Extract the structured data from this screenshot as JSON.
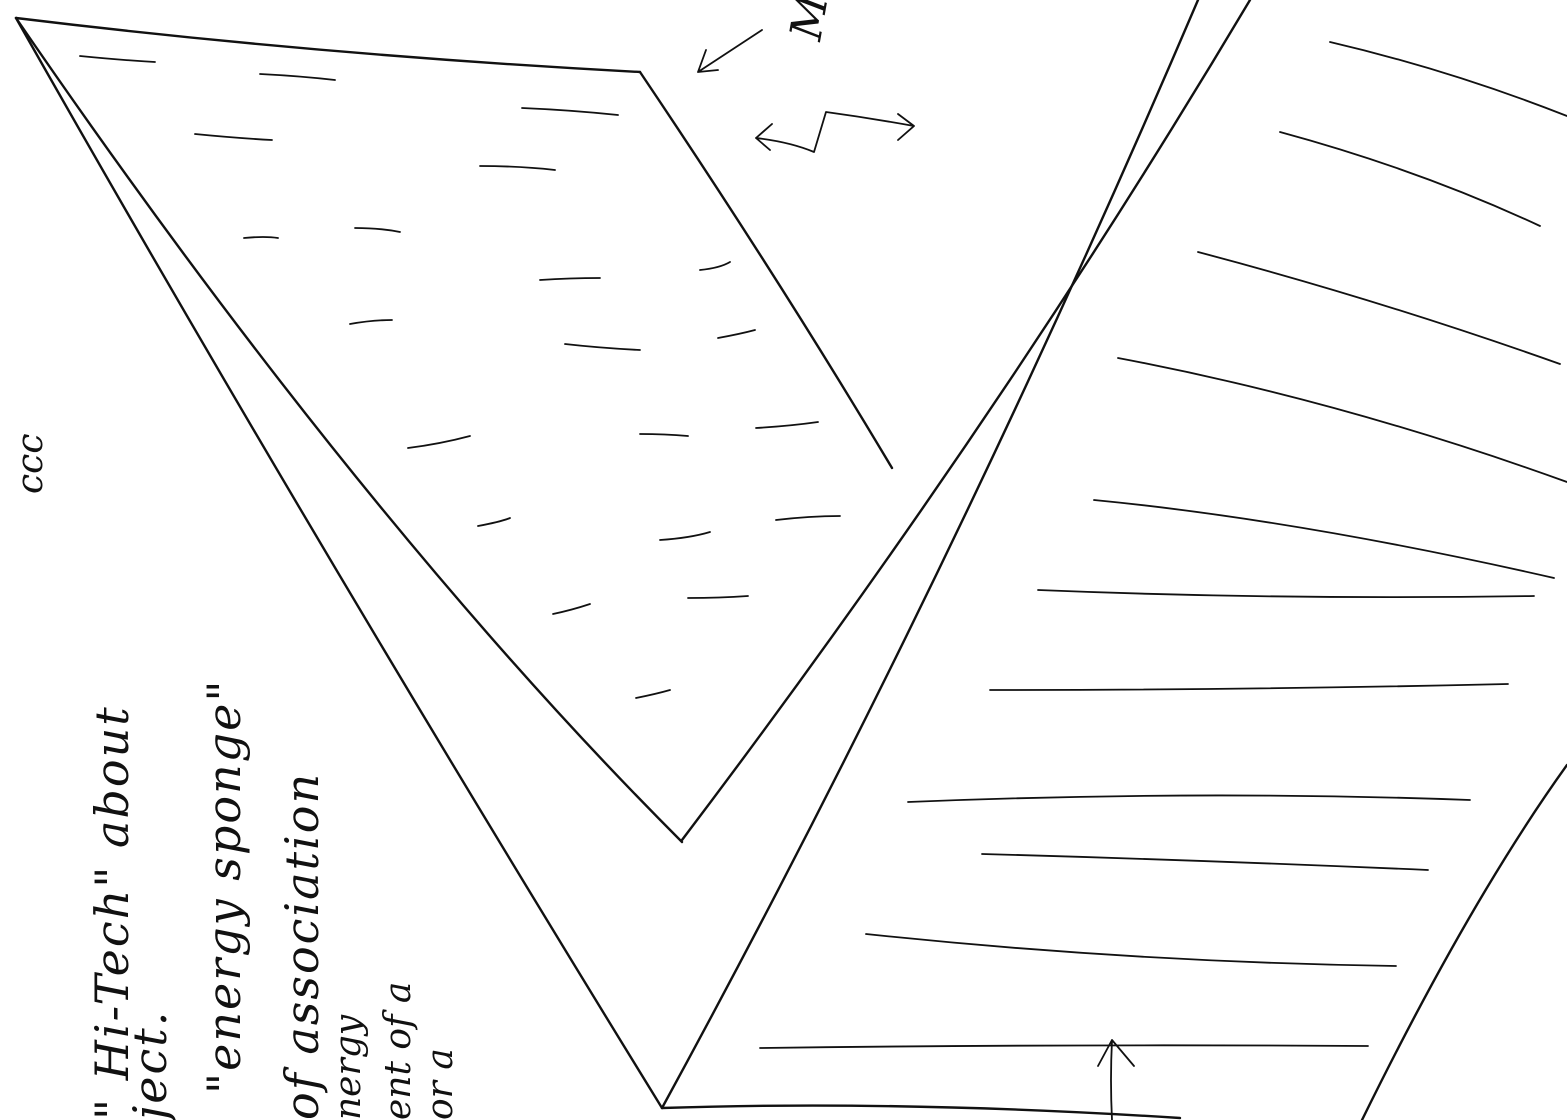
{
  "sketch": {
    "ink_color": "#111111",
    "paper_color": "#ffffff",
    "notes": {
      "line1": "\" Hi-Tech\" about",
      "line2": "ject.",
      "line3": "\"energy sponge\"",
      "line4": "of association",
      "line5": "nergy",
      "line6": "ent of a",
      "line7": "or a",
      "side_top": "Ma",
      "side_mid": "ccc"
    }
  }
}
